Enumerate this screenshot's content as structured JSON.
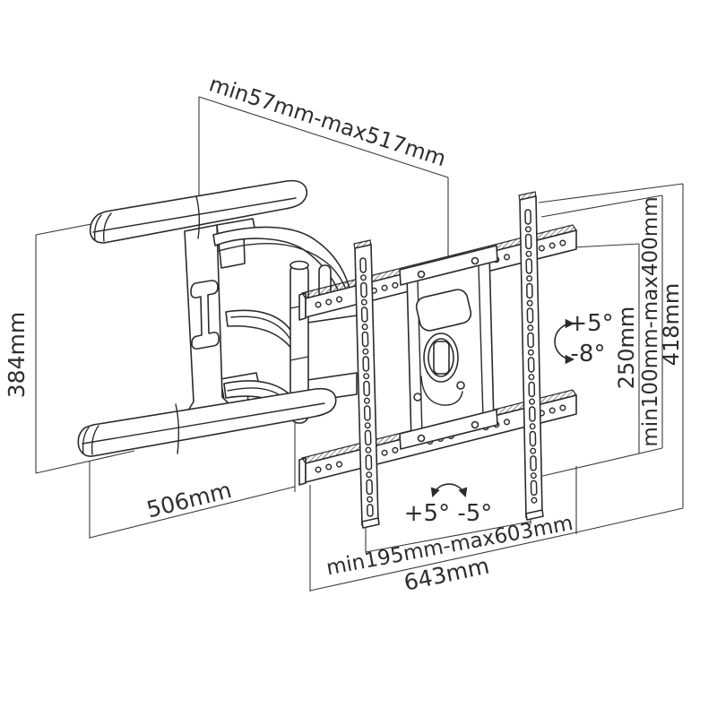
{
  "figure": {
    "subject": "Articulating full-motion TV wall mount technical line drawing",
    "background": "#ffffff",
    "line_color": "#2b2b2b",
    "dimension_line_color": "#3a3a3a",
    "text_color": "#2e2e2e"
  },
  "dims": {
    "arm_extension": "min57mm-max517mm",
    "plate_height": "384mm",
    "plate_width": "506mm",
    "rail_span": "min195mm-max603mm",
    "rail_width": "643mm",
    "swivel": "+5° -5°",
    "tilt_up": "+5°",
    "tilt_down": "-8°",
    "vesa_height": "250mm",
    "vesa_range": "min100mm-max400mm",
    "rail_height": "418mm"
  }
}
